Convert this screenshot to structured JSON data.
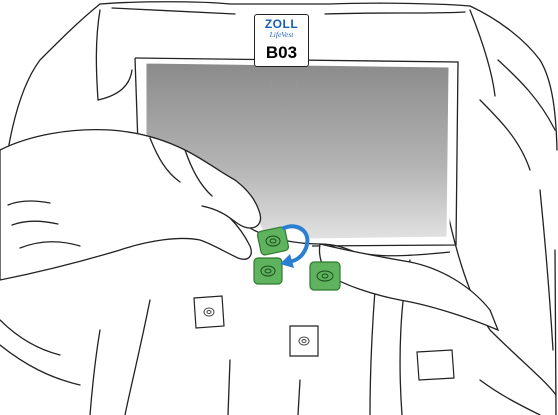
{
  "garment_label": {
    "brand": "ZOLL",
    "product": "LifeVest",
    "code": "B03"
  },
  "colors": {
    "window_fill_top": "#8a8a8a",
    "window_fill_bottom": "#e2e2e2",
    "electrode_fill": "#5fb35f",
    "electrode_stroke": "#2f7a2f",
    "arrow_fill": "#2a7fd0",
    "line_art": "#222222",
    "label_text": "#1a5fb4"
  },
  "icons": {
    "rotation_arrow": "curved-arrow-icon",
    "electrode": "electrode-icon",
    "snap": "snap-icon"
  }
}
